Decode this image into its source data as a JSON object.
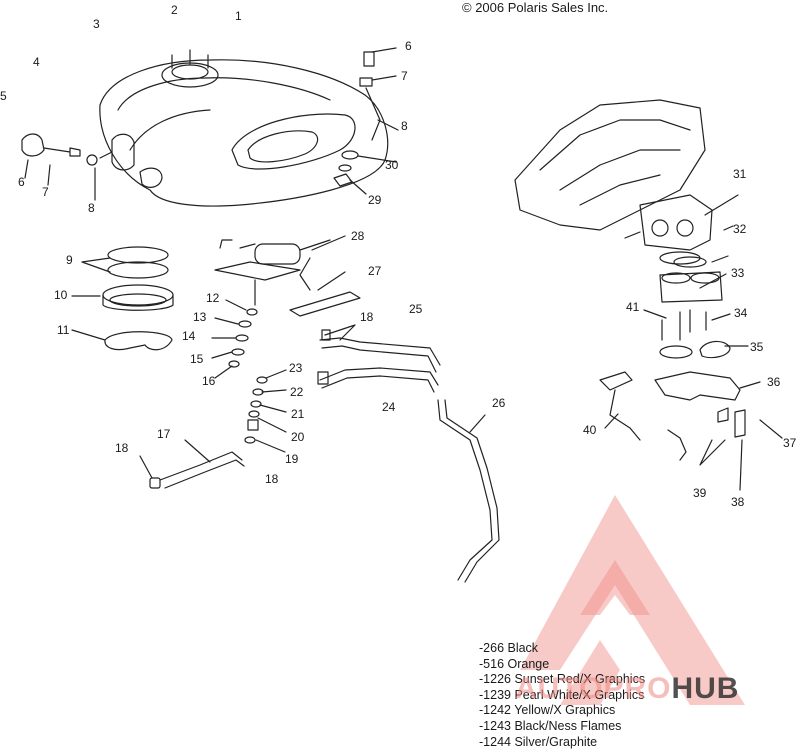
{
  "copyright": "© 2006 Polaris Sales Inc.",
  "callouts": {
    "c1": "1",
    "c2": "2",
    "c3": "3",
    "c4": "4",
    "c5": "5",
    "c6a": "6",
    "c6b": "6",
    "c7a": "7",
    "c7b": "7",
    "c8a": "8",
    "c8b": "8",
    "c9": "9",
    "c10": "10",
    "c11": "11",
    "c12": "12",
    "c13": "13",
    "c14": "14",
    "c15": "15",
    "c16": "16",
    "c17": "17",
    "c18a": "18",
    "c18b": "18",
    "c18c": "18",
    "c19": "19",
    "c20": "20",
    "c21": "21",
    "c22": "22",
    "c23": "23",
    "c24": "24",
    "c25": "25",
    "c26": "26",
    "c27": "27",
    "c28": "28",
    "c29": "29",
    "c30": "30",
    "c31": "31",
    "c32": "32",
    "c33": "33",
    "c34": "34",
    "c35": "35",
    "c36": "36",
    "c37": "37",
    "c38": "38",
    "c39": "39",
    "c40": "40",
    "c41": "41"
  },
  "variants": [
    "-266  Black",
    "-516  Orange",
    "-1226 Sunset Red/X Graphics",
    "-1239 Pearl White/X Graphics",
    "-1242 Yellow/X Graphics",
    "-1243 Black/Ness Flames",
    "-1244 Silver/Graphite"
  ],
  "watermark": {
    "part1": "AUTOPRO",
    "part2": "HUB",
    "color": "#f08a82"
  }
}
